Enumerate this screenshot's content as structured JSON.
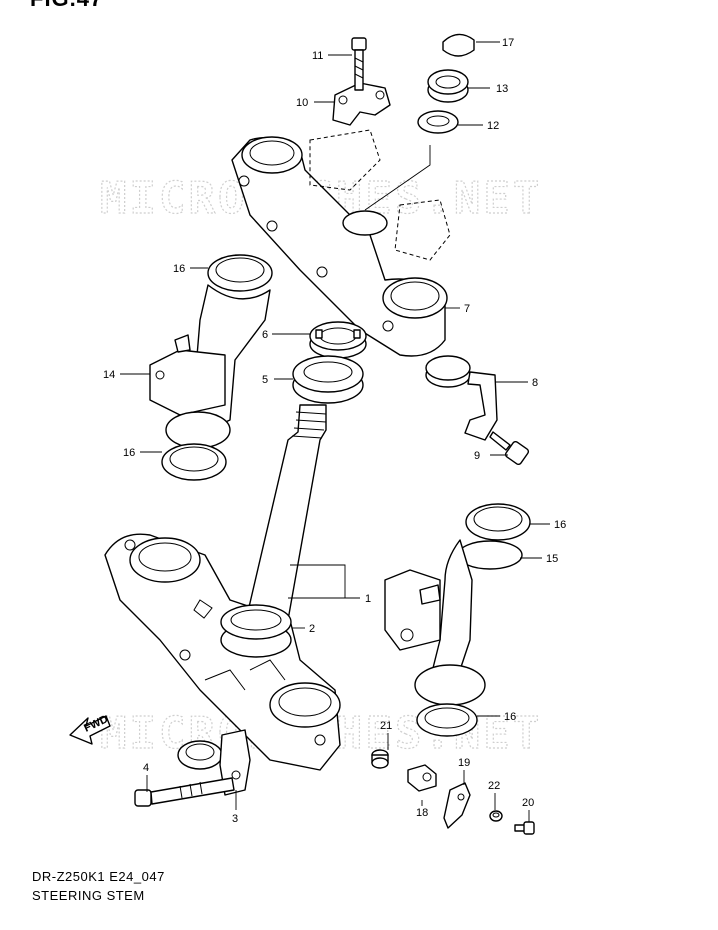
{
  "figure": {
    "number": "FIG.47",
    "code": "DR-Z250K1 E24_047",
    "title": "STEERING STEM"
  },
  "watermark": "MICROFICHES.NET",
  "fwd_label": "FWD",
  "callouts": {
    "c1": "1",
    "c2": "2",
    "c3": "3",
    "c4": "4",
    "c5": "5",
    "c6": "6",
    "c7": "7",
    "c8": "8",
    "c9": "9",
    "c10": "10",
    "c11": "11",
    "c12": "12",
    "c13": "13",
    "c14": "14",
    "c15": "15",
    "c16a": "16",
    "c16b": "16",
    "c16c": "16",
    "c16d": "16",
    "c17": "17",
    "c18": "18",
    "c19": "19",
    "c20": "20",
    "c21": "21",
    "c22": "22"
  }
}
